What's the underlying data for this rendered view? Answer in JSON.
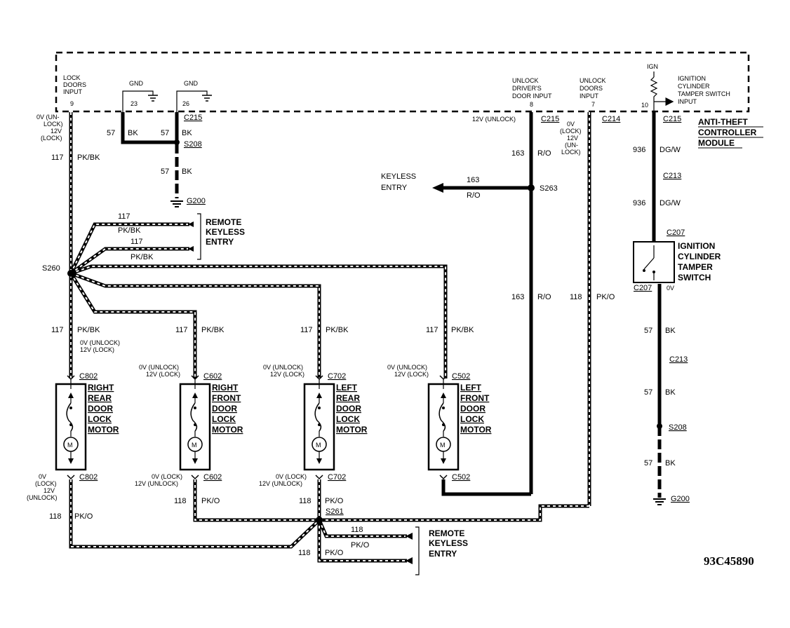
{
  "figure_id": "93C45890",
  "module": {
    "name_lines": [
      "ANTI-THEFT",
      "CONTROLLER",
      "MODULE"
    ],
    "pins": {
      "lock_doors_input": {
        "lines": [
          "LOCK",
          "DOORS",
          "INPUT"
        ],
        "pin": "9"
      },
      "gnd_23": {
        "label": "GND",
        "pin": "23"
      },
      "gnd_26": {
        "label": "GND",
        "pin": "26"
      },
      "unlock_driver": {
        "lines": [
          "UNLOCK",
          "DRIVER'S",
          "DOOR INPUT"
        ],
        "pin": "8"
      },
      "unlock_doors": {
        "lines": [
          "UNLOCK",
          "DOORS",
          "INPUT"
        ],
        "pin": "7"
      },
      "ign": {
        "label": "IGN"
      },
      "ignition_tamper": {
        "lines": [
          "IGNITION",
          "CYLINDER",
          "TAMPER SWITCH",
          "INPUT"
        ],
        "pin": "10"
      }
    }
  },
  "connectors": {
    "c215": "C215",
    "c214": "C214",
    "c213": "C213",
    "c207": "C207",
    "c802": "C802",
    "c602": "C602",
    "c702": "C702",
    "c502": "C502"
  },
  "splices": {
    "s208": "S208",
    "s260": "S260",
    "s261": "S261",
    "s263": "S263"
  },
  "grounds": {
    "g200": "G200"
  },
  "wires": {
    "w117": {
      "circuit": "117",
      "color": "PK/BK"
    },
    "w57": {
      "circuit": "57",
      "color": "BK"
    },
    "w163": {
      "circuit": "163",
      "color": "R/O"
    },
    "w118": {
      "circuit": "118",
      "color": "PK/O"
    },
    "w936": {
      "circuit": "936",
      "color": "DG/W"
    }
  },
  "voltage_notes": {
    "lock_input": [
      "0V (UN-",
      "LOCK)",
      "12V",
      "(LOCK)"
    ],
    "unlock_driver": "12V (UNLOCK)",
    "unlock_doors": [
      "0V",
      "(LOCK)",
      "12V",
      "(UN-",
      "LOCK)"
    ],
    "motor_top_c802": [
      "0V (UNLOCK)",
      "12V (LOCK)"
    ],
    "motor_top": [
      "0V (UNLOCK)",
      "12V (LOCK)"
    ],
    "motor_bottom_c802": [
      "0V",
      "(LOCK)",
      "12V",
      "(UNLOCK)"
    ],
    "motor_bottom": [
      "0V (LOCK)",
      "12V (UNLOCK)"
    ],
    "tamper_0v": "0V"
  },
  "components": {
    "keyless_entry": [
      "KEYLESS",
      "ENTRY"
    ],
    "remote_keyless_1": [
      "REMOTE",
      "KEYLESS",
      "ENTRY"
    ],
    "remote_keyless_2": [
      "REMOTE",
      "KEYLESS",
      "ENTRY"
    ],
    "tamper_switch": [
      "IGNITION",
      "CYLINDER",
      "TAMPER",
      "SWITCH"
    ],
    "motor_rr": [
      "RIGHT",
      "REAR",
      "DOOR",
      "LOCK",
      "MOTOR"
    ],
    "motor_rf": [
      "RIGHT",
      "FRONT",
      "DOOR",
      "LOCK",
      "MOTOR"
    ],
    "motor_lr": [
      "LEFT",
      "REAR",
      "DOOR",
      "LOCK",
      "MOTOR"
    ],
    "motor_lf": [
      "LEFT",
      "FRONT",
      "DOOR",
      "LOCK",
      "MOTOR"
    ],
    "motor_symbol": "M"
  }
}
